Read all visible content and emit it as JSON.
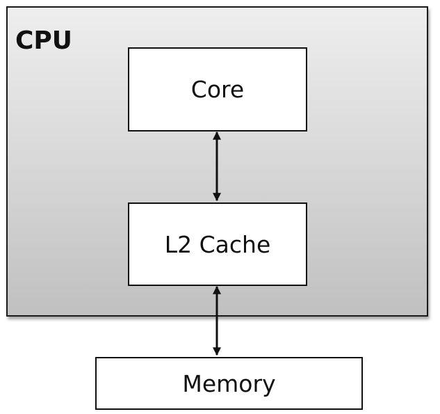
{
  "diagram": {
    "container": {
      "label": "CPU"
    },
    "components": {
      "core": "Core",
      "l2_cache": "L2 Cache",
      "memory": "Memory"
    },
    "connections": [
      {
        "from": "Core",
        "to": "L2 Cache",
        "direction": "bidirectional"
      },
      {
        "from": "L2 Cache",
        "to": "Memory",
        "direction": "bidirectional"
      }
    ]
  }
}
